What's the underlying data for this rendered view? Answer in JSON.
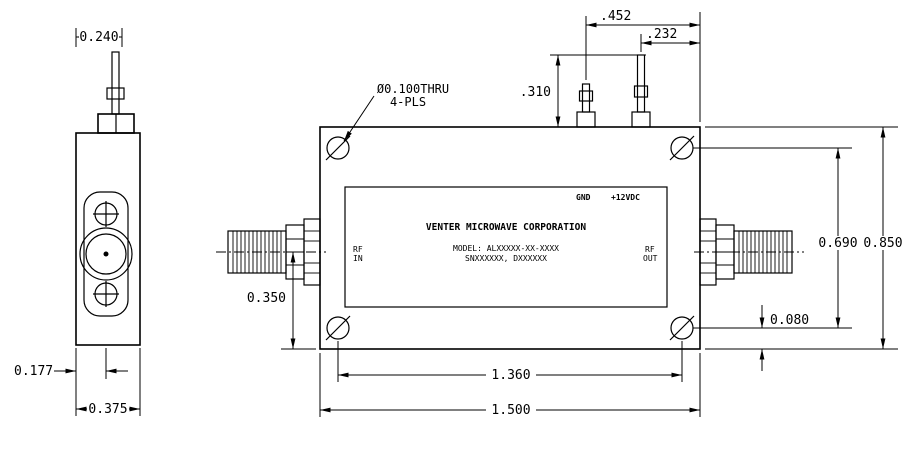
{
  "drawing": {
    "background": "#ffffff",
    "line_color": "#000000",
    "side_view": {
      "dim_top": "0.240",
      "dim_offset": "0.177",
      "dim_width": "0.375"
    },
    "front_view": {
      "hole_note": {
        "line1": "Ø0.100THRU",
        "line2": "4-PLS"
      },
      "dims": {
        "pin_far": ".452",
        "pin_near": ".232",
        "pin_height": ".310",
        "connector_height": "0.350",
        "hole_span_vertical": "0.690",
        "overall_height": "0.850",
        "hole_edge_offset": "0.080",
        "hole_span_horizontal": "1.360",
        "overall_width": "1.500"
      },
      "label": {
        "gnd": "GND",
        "power": "+12VDC",
        "company": "VENTER MICROWAVE CORPORATION",
        "model": "MODEL: ALXXXXX-XX-XXXX",
        "serial": "SNXXXXXX, DXXXXXX",
        "rf_in_1": "RF",
        "rf_in_2": "IN",
        "rf_out_1": "RF",
        "rf_out_2": "OUT"
      }
    }
  }
}
